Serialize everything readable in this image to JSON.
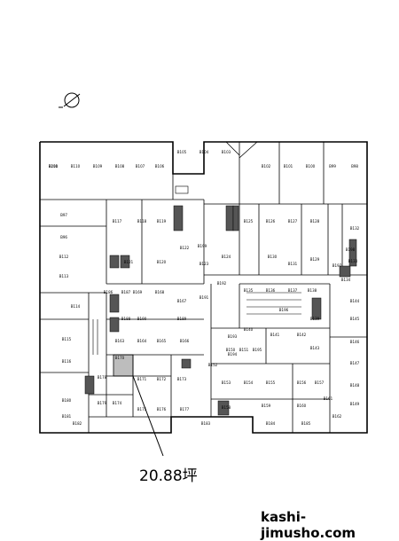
{
  "floorplan": {
    "area_label": "20.88坪",
    "watermark": "kashi-jimusho.com",
    "compass": "north-arrow",
    "colors": {
      "line": "#000000",
      "highlight": "#bdbdbd",
      "hatch": "#555555",
      "background": "#ffffff"
    },
    "room_labels": [
      "B111",
      "B110",
      "B109",
      "B108",
      "B107",
      "B106",
      "B105",
      "B104",
      "B103",
      "B102",
      "B101",
      "B100",
      "B99",
      "B98",
      "B97",
      "B96",
      "B112",
      "B113",
      "B114",
      "B115",
      "B116",
      "B117",
      "B118",
      "B119",
      "B120",
      "B121",
      "B122",
      "B123",
      "B124",
      "B125",
      "B126",
      "B127",
      "B128",
      "B129",
      "B130",
      "B131",
      "B132",
      "B133",
      "B134",
      "B135",
      "B136",
      "B137",
      "B138",
      "B139",
      "B140",
      "B141",
      "B142",
      "B143",
      "B144",
      "B145",
      "B146",
      "B147",
      "B148",
      "B149",
      "B150",
      "B151",
      "B152",
      "B153",
      "B154",
      "B155",
      "B156",
      "B157",
      "B158",
      "B159",
      "B160",
      "B161",
      "B162",
      "B163",
      "B164",
      "B165",
      "B166",
      "B167",
      "B168",
      "B169",
      "B170",
      "B171",
      "B172",
      "B173",
      "B174",
      "B175",
      "B176",
      "B177",
      "B178",
      "B179",
      "B180",
      "B181",
      "B182",
      "B183",
      "B184",
      "B185",
      "B186",
      "B187",
      "B188",
      "B189",
      "B190",
      "B191",
      "B192",
      "B193",
      "B194",
      "B195",
      "B196",
      "B197",
      "B198",
      "B199",
      "B200"
    ]
  }
}
